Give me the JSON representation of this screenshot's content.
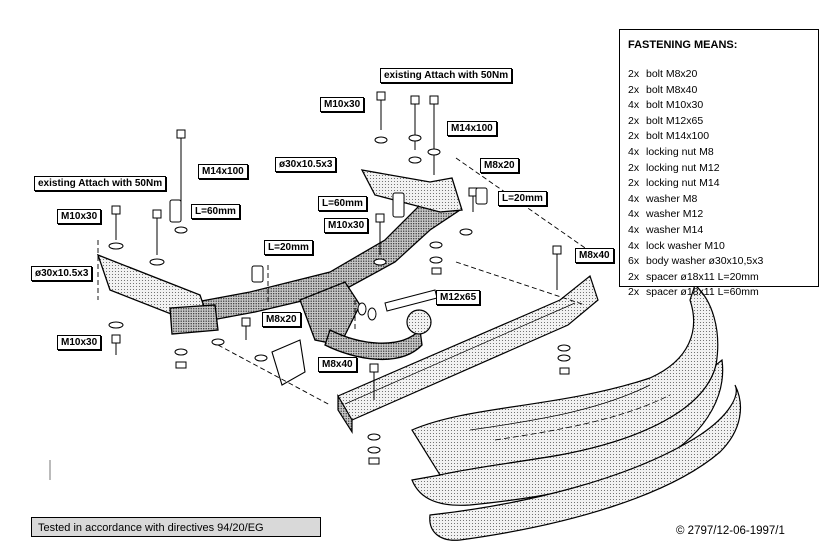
{
  "legend": {
    "title": "FASTENING MEANS:",
    "items": [
      {
        "qty": "2x",
        "text": "bolt M8x20"
      },
      {
        "qty": "2x",
        "text": "bolt M8x40"
      },
      {
        "qty": "4x",
        "text": "bolt M10x30"
      },
      {
        "qty": "2x",
        "text": "bolt M12x65"
      },
      {
        "qty": "2x",
        "text": "bolt M14x100"
      },
      {
        "qty": "4x",
        "text": "locking nut M8"
      },
      {
        "qty": "2x",
        "text": "locking nut M12"
      },
      {
        "qty": "2x",
        "text": "locking nut M14"
      },
      {
        "qty": "4x",
        "text": "washer M8"
      },
      {
        "qty": "4x",
        "text": "washer M12"
      },
      {
        "qty": "4x",
        "text": "washer M14"
      },
      {
        "qty": "4x",
        "text": "lock washer M10"
      },
      {
        "qty": "6x",
        "text": "body washer ø30x10,5x3"
      },
      {
        "qty": "2x",
        "text": "spacer ø18x11 L=20mm"
      },
      {
        "qty": "2x",
        "text": "spacer ø18x11 L=60mm"
      }
    ]
  },
  "labels": {
    "attach_right": "existing  Attach with 50Nm",
    "attach_left": "existing  Attach with 50Nm",
    "m10x30_top": "M10x30",
    "m14x100_right": "M14x100",
    "washer_right": "ø30x10.5x3",
    "m8x20_right": "M8x20",
    "l20_right": "L=20mm",
    "l60_right": "L=60mm",
    "m10x30_right": "M10x30",
    "m14x100_left": "M14x100",
    "m10x30_left_top": "M10x30",
    "l60_left": "L=60mm",
    "washer_left": "ø30x10.5x3",
    "l20_center": "L=20mm",
    "m12x65": "M12x65",
    "m8x20_left": "M8x20",
    "m8x40_center": "M8x40",
    "m8x40_right": "M8x40",
    "m10x30_left_bottom": "M10x30"
  },
  "footer": {
    "test_note": "Tested in accordance with directives 94/20/EG",
    "copyright": "© 2797/12-06-1997/1"
  }
}
